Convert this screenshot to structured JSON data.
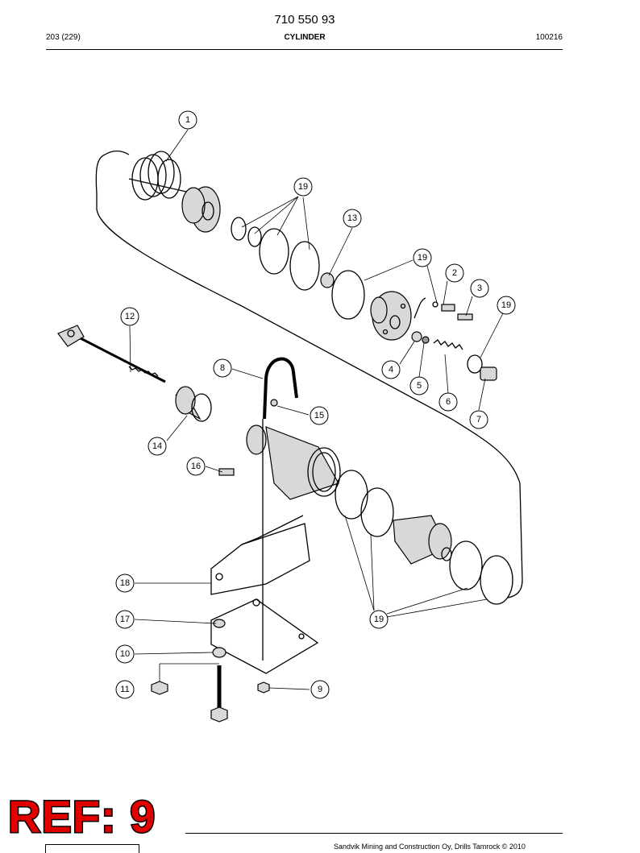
{
  "header": {
    "doc_number": "710 550 93",
    "page_ref": "203 (229)",
    "title": "CYLINDER",
    "date_code": "100216"
  },
  "callouts": [
    "1",
    "19",
    "13",
    "19",
    "2",
    "3",
    "19",
    "12",
    "8",
    "4",
    "5",
    "6",
    "7",
    "15",
    "14",
    "16",
    "18",
    "17",
    "10",
    "11",
    "9",
    "19"
  ],
  "stamp": {
    "text": "REF: 9",
    "color": "#e00000"
  },
  "footer": {
    "copyright": "Sandvik Mining and Construction Oy, Drills Tamrock © 2010"
  }
}
